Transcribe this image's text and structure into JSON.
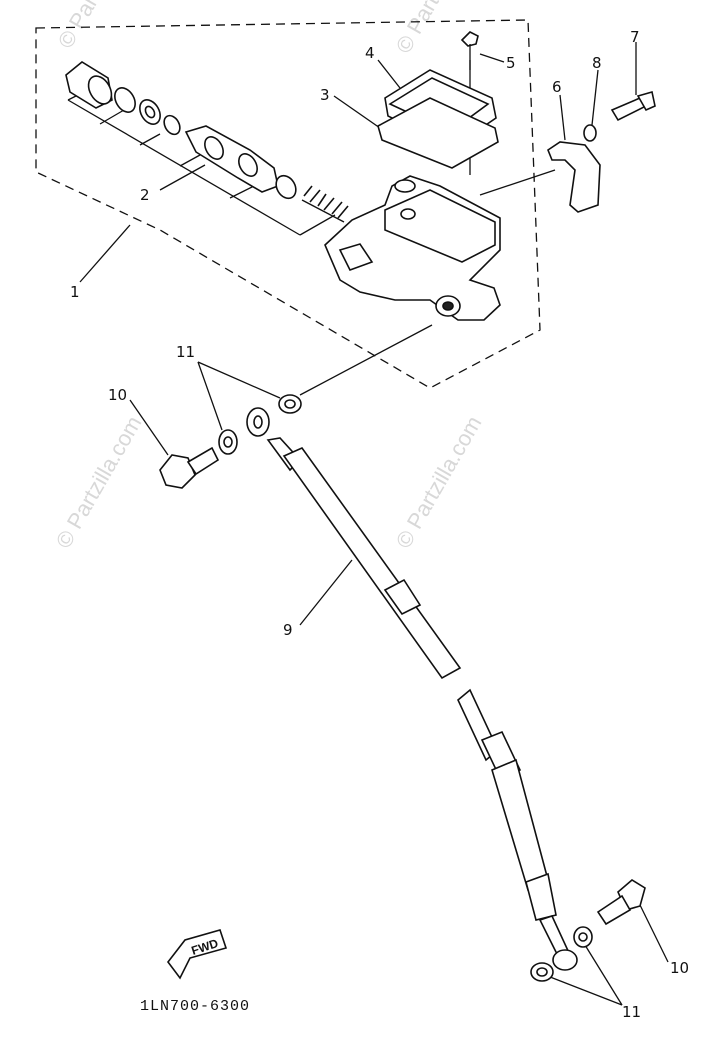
{
  "watermark": "© Partzilla.com",
  "diagram_code": "1LN700-6300",
  "fwd_label": "FWD",
  "callouts": [
    {
      "id": "1",
      "label": "1"
    },
    {
      "id": "2",
      "label": "2"
    },
    {
      "id": "3",
      "label": "3"
    },
    {
      "id": "4",
      "label": "4"
    },
    {
      "id": "5",
      "label": "5"
    },
    {
      "id": "6",
      "label": "6"
    },
    {
      "id": "7",
      "label": "7"
    },
    {
      "id": "8",
      "label": "8"
    },
    {
      "id": "9",
      "label": "9"
    },
    {
      "id": "10a",
      "label": "10"
    },
    {
      "id": "10b",
      "label": "10"
    },
    {
      "id": "11a",
      "label": "11"
    },
    {
      "id": "11b",
      "label": "11"
    }
  ]
}
